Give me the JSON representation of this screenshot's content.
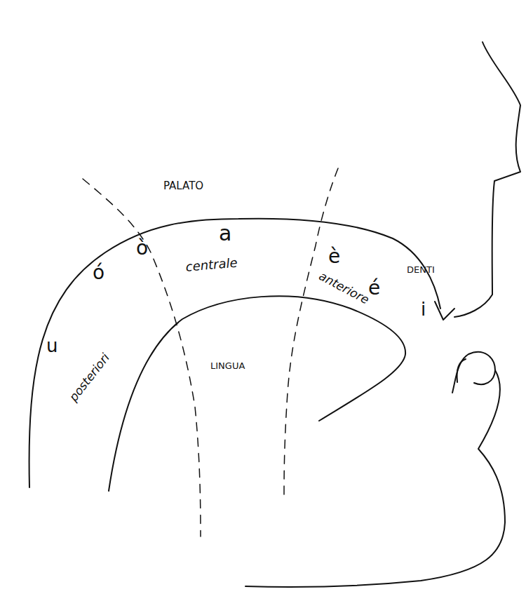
{
  "diagram": {
    "labels": [
      "PALATO",
      "a",
      "ò",
      "è",
      "DENTI",
      "ó",
      "centrale",
      "é",
      "i",
      "u",
      "posteriori",
      "anteriore",
      "LINGUA"
    ]
  }
}
